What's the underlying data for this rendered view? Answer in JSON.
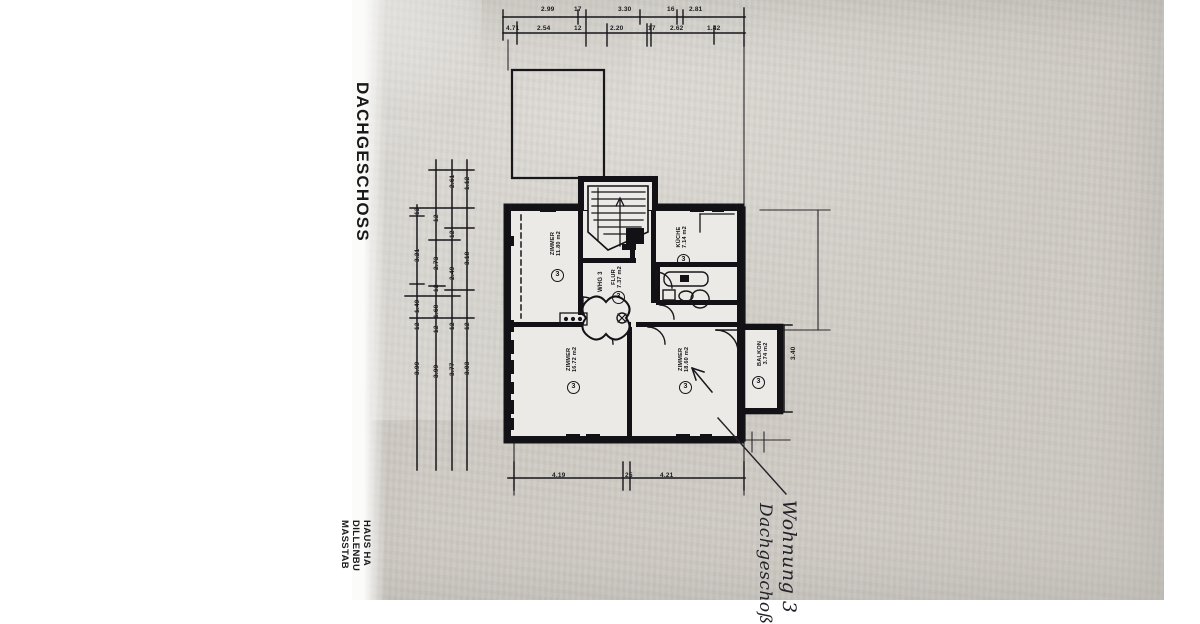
{
  "document": {
    "type": "architectural-floor-plan-scan",
    "title": "DACHGESCHOSS",
    "stamp_lines": [
      "HAUS HA",
      "DILLENBU",
      "MASSTAB"
    ],
    "handwriting": {
      "line1": "Wohnung 3",
      "line2": "Dachgeschoß"
    },
    "apartment_tag": "WHG 3"
  },
  "colors": {
    "paper": "#d4d1cb",
    "ink": "#17161a",
    "wall": "#121115",
    "floor": "#ebe9e5",
    "handwriting": "#23222a"
  },
  "rooms": [
    {
      "name": "ZIMMER",
      "area": "11.80 m2",
      "badge": "3"
    },
    {
      "name": "KÜCHE",
      "area": "7.14 m2",
      "badge": "3"
    },
    {
      "name": "FLUR",
      "area": "7.37 m2",
      "badge": "3"
    },
    {
      "name": "ZIMMER",
      "area": "16.72 m2",
      "badge": "3"
    },
    {
      "name": "ZIMMER",
      "area": "18.60 m2",
      "badge": "3"
    },
    {
      "name": "BALKON",
      "area": "3.74 m2",
      "badge": "3"
    }
  ],
  "dimensions": {
    "top_row_outer": [
      "2.99",
      "17",
      "3.30",
      "16",
      "2.81"
    ],
    "top_row_inner": [
      "4.71",
      "2.54",
      "12",
      "2.20",
      "17",
      "2.62",
      "1.42"
    ],
    "bottom_row": [
      "4.19",
      "25",
      "4.21"
    ],
    "right_side": [
      "3.40"
    ],
    "left_col_1": [
      "12",
      "3.21",
      "1.49",
      "12",
      "3.99"
    ],
    "left_col_2": [
      "12",
      "2.73",
      "12",
      "1.68",
      "12",
      "3.99"
    ],
    "left_col_3": [
      "2.61",
      "12",
      "2.49",
      "12",
      "3.77"
    ],
    "left_col_4": [
      "1.12",
      "3.18",
      "12",
      "3.03"
    ]
  }
}
